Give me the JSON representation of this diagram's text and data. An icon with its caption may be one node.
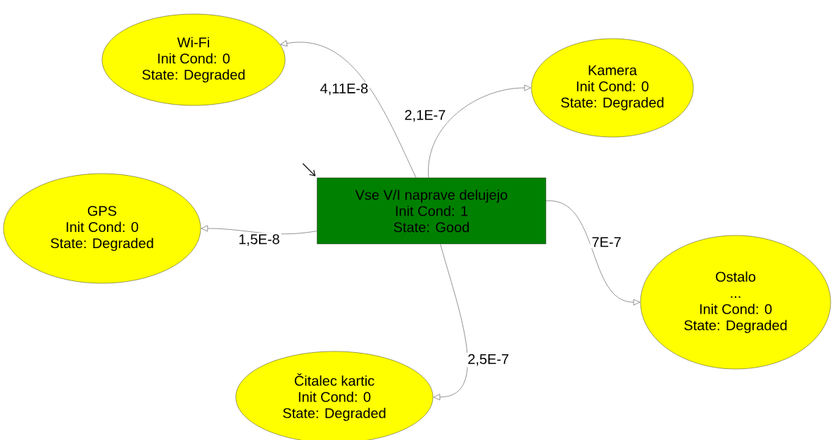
{
  "diagram": {
    "nodes": [
      {
        "text": [
          "Wi-Fi",
          "Init Cond: 0",
          "State: Degraded"
        ]
      },
      {
        "text": [
          "Kamera",
          "Init Cond: 0",
          "State: Degraded"
        ]
      },
      {
        "text": [
          "Vse V/I naprave delujejo",
          "Init Cond: 1",
          "State: Good"
        ]
      },
      {
        "text": [
          "GPS",
          "Init Cond: 0",
          "State: Degraded"
        ]
      },
      {
        "text": [
          "Ostalo",
          "...",
          "Init Cond: 0",
          "State: Degraded"
        ]
      },
      {
        "text": [
          "Čitalec kartic",
          "Init Cond: 0",
          "State: Degraded"
        ]
      }
    ],
    "edges": [
      {
        "from": 2,
        "to": 0,
        "arrow": "to",
        "label": "4,11E-8"
      },
      {
        "from": 2,
        "to": 1,
        "arrow": "to",
        "label": "2,1E-7"
      },
      {
        "from": 2,
        "to": 3,
        "arrow": "to",
        "label": "1,5E-8"
      },
      {
        "from": 2,
        "to": 4,
        "arrow": "to",
        "label": "7E-7"
      },
      {
        "from": 2,
        "to": 5,
        "arrow": "to",
        "label": "2,5E-7"
      },
      {
        "from": null,
        "to": 2,
        "arrow": "to"
      }
    ]
  }
}
